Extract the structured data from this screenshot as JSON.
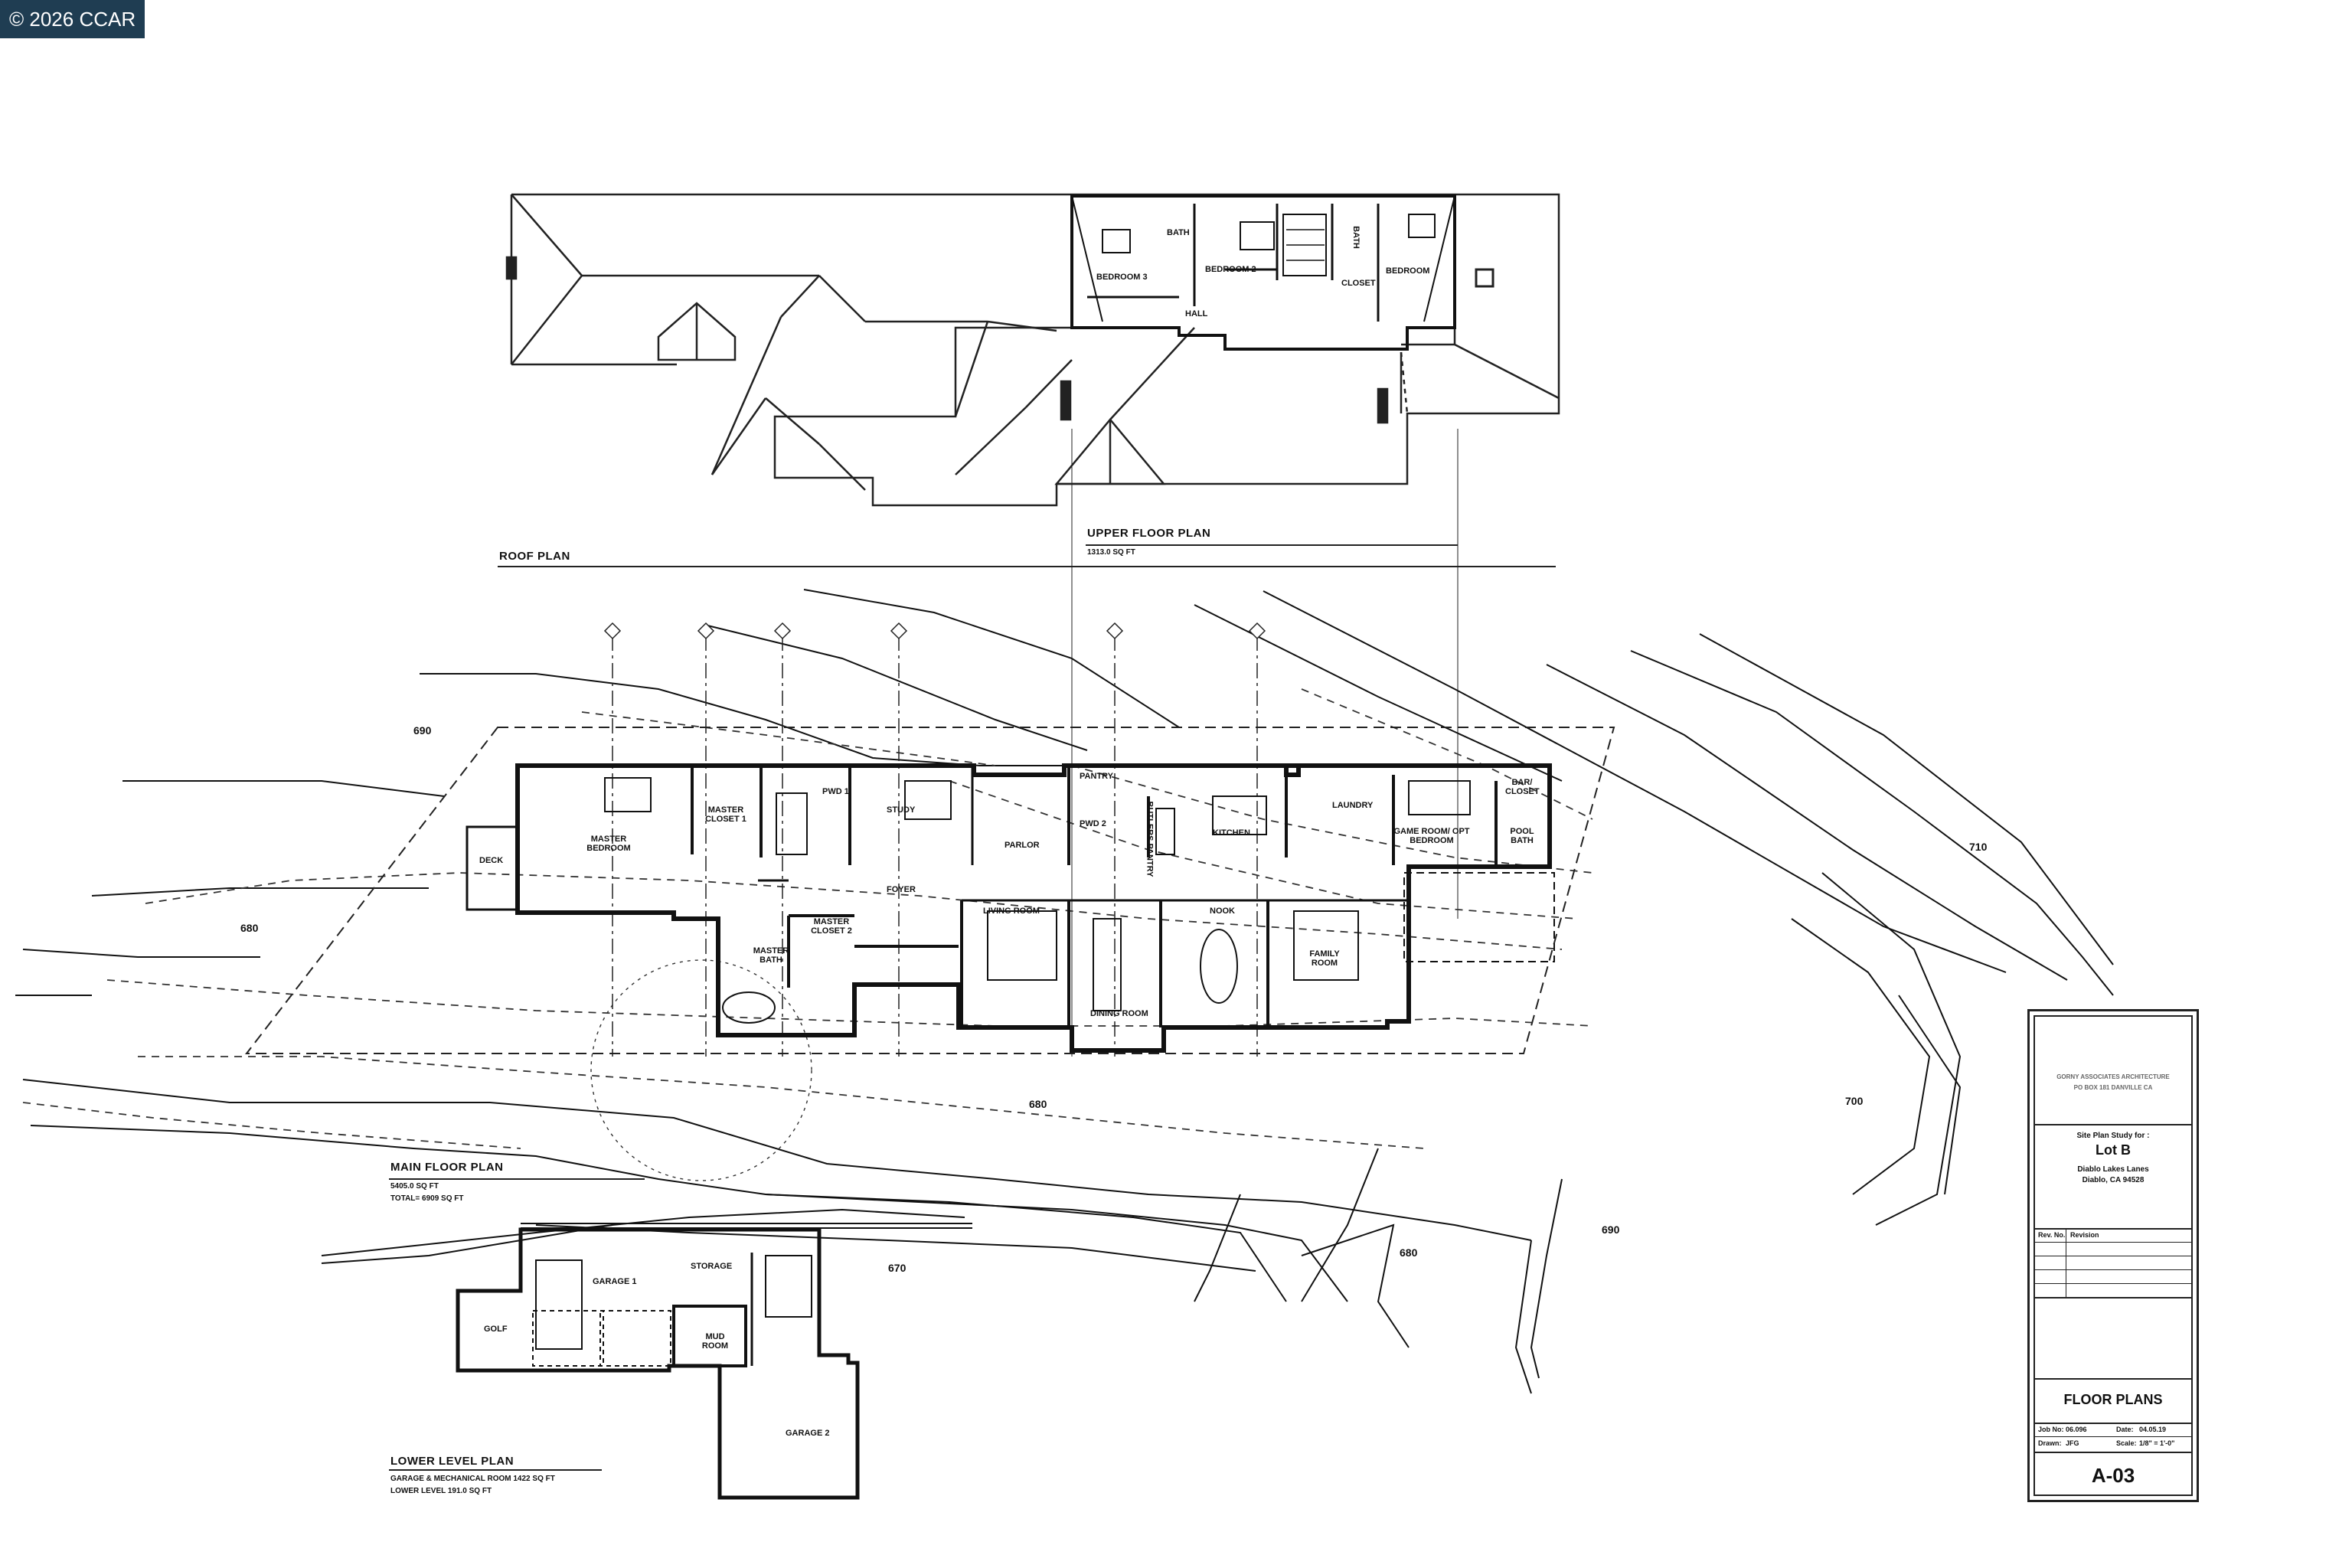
{
  "copyright": "© 2026 CCAR",
  "plans": {
    "roof": {
      "title": "ROOF PLAN"
    },
    "upper": {
      "title": "UPPER FLOOR PLAN",
      "area": "1313.0 SQ FT"
    },
    "main": {
      "title": "MAIN FLOOR PLAN",
      "area": "5405.0 SQ FT",
      "total": "TOTAL= 6909 SQ FT"
    },
    "lower": {
      "title": "LOWER LEVEL PLAN",
      "area1": "GARAGE & MECHANICAL ROOM 1422 SQ FT",
      "area2": "LOWER LEVEL 191.0 SQ FT"
    }
  },
  "rooms": {
    "upper": {
      "bedroom3": "BEDROOM 3",
      "bath": "BATH",
      "bedroom2": "BEDROOM 2",
      "bath_vertical": "BATH",
      "bedroom_right": "BEDROOM",
      "closet": "CLOSET",
      "hall": "HALL"
    },
    "main": {
      "master_bedroom": "MASTER BEDROOM",
      "deck": "DECK",
      "master_closet1": "MASTER CLOSET 1",
      "pwd1": "PWD 1",
      "study": "STUDY",
      "parlor": "PARLOR",
      "pantry": "PANTRY",
      "pwd2": "PWD 2",
      "butlers_pantry": "BUTLERS PANTRY",
      "kitchen": "KITCHEN",
      "laundry": "LAUNDRY",
      "game_room": "GAME ROOM/ OPT BEDROOM",
      "bar_closet": "BAR/ CLOSET",
      "pool_bath": "POOL BATH",
      "foyer": "FOYER",
      "master_closet2": "MASTER CLOSET 2",
      "master_bath": "MASTER BATH",
      "living_room": "LIVING ROOM",
      "dining_room": "DINING ROOM",
      "nook": "NOOK",
      "family_room": "FAMILY ROOM"
    },
    "lower": {
      "garage1": "GARAGE 1",
      "storage": "STORAGE",
      "golf": "GOLF",
      "mud_room": "MUD ROOM",
      "garage2": "GARAGE 2"
    }
  },
  "contours": {
    "c690_left": "690",
    "c680_left": "680",
    "c680_mid": "680",
    "c670": "670",
    "c680_right": "680",
    "c690_right": "690",
    "c700": "700",
    "c710": "710"
  },
  "title_block": {
    "firm": "GORNY ASSOCIATES ARCHITECTURE",
    "firm_address": "PO BOX 181 DANVILLE CA",
    "study_label": "Site Plan Study for :",
    "lot": "Lot B",
    "street": "Diablo Lakes Lanes",
    "city": "Diablo, CA 94528",
    "rev_no": "Rev. No.",
    "revision": "Revision",
    "sheet_title": "FLOOR PLANS",
    "job_no_label": "Job No:",
    "job_no": "06.096",
    "date_label": "Date:",
    "date": "04.05.19",
    "drawn_label": "Drawn:",
    "drawn": "JFG",
    "scale_label": "Scale:",
    "scale": "1/8\" = 1'-0\"",
    "sheet_number": "A-03"
  }
}
